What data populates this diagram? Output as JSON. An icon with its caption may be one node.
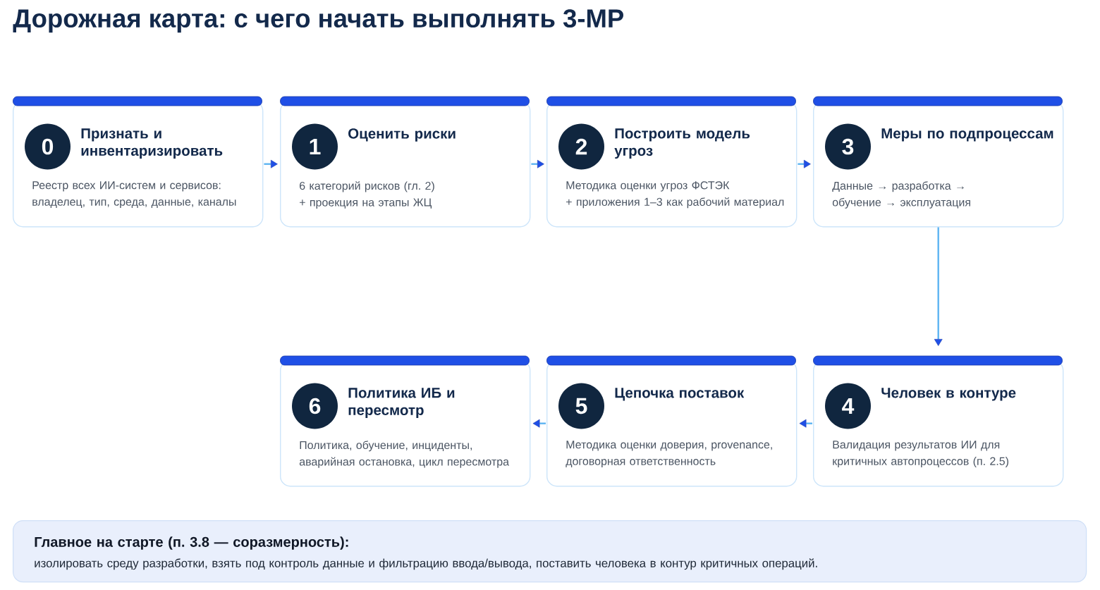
{
  "diagram": {
    "title": "Дорожная карта: с чего начать выполнять 3-МР",
    "nodes": [
      {
        "text": [
          "Признать и инвентаризировать",
          "Реестр всех ИИ-систем и сервисов: владелец, тип, среда, данные, каналы"
        ]
      },
      {
        "text": [
          "0"
        ],
        "in": 0
      },
      {
        "text": [
          "Оценить риски",
          "6 категорий рисков (гл. 2) + проекция на этапы ЖЦ"
        ]
      },
      {
        "text": [
          "1"
        ],
        "in": 2
      },
      {
        "text": [
          "Построить модель угроз",
          "Методика оценки угроз ФСТЭК + приложения 1–3 как рабочий материал"
        ]
      },
      {
        "text": [
          "2"
        ],
        "in": 4
      },
      {
        "text": [
          "Меры по подпроцессам",
          "Данные → разработка → обучение → эксплуатация"
        ]
      },
      {
        "text": [
          "3"
        ],
        "in": 6
      },
      {
        "text": [
          "Человек в контуре",
          "Валидация результатов ИИ для критичных автопроцессов (п. 2.5)"
        ]
      },
      {
        "text": [
          "4"
        ],
        "in": 8
      },
      {
        "text": [
          "Цепочка поставок",
          "Методика оценки доверия, provenance, договорная ответственность"
        ]
      },
      {
        "text": [
          "5"
        ],
        "in": 10
      },
      {
        "text": [
          "Политика ИБ и пересмотр",
          "Политика, обучение, инциденты, аварийная остановка, цикл пересмотра"
        ]
      },
      {
        "text": [
          "6"
        ],
        "in": 12
      },
      {
        "text": [
          "Главное на старте (п. 3.8 — соразмерность):",
          "изолировать среду разработки, взять под контроль данные и фильтрацию ввода/вывода, поставить человека в контур критичных операций."
        ]
      }
    ],
    "edges": [
      {
        "from": 0,
        "to": 2,
        "arrow": "to"
      },
      {
        "from": 2,
        "to": 4,
        "arrow": "to"
      },
      {
        "from": 4,
        "to": 6,
        "arrow": "to"
      },
      {
        "from": 6,
        "to": 8,
        "arrow": "to"
      },
      {
        "from": 8,
        "to": 10,
        "arrow": "to"
      },
      {
        "from": 10,
        "to": 12,
        "arrow": "to"
      }
    ]
  }
}
